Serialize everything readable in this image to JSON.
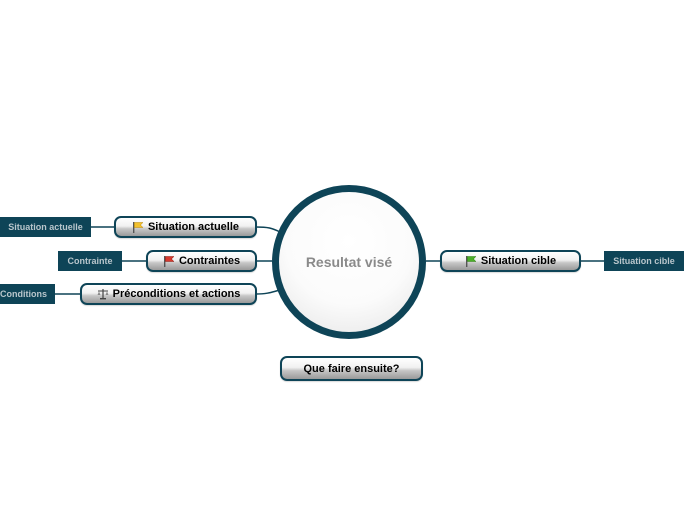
{
  "central": {
    "label": "Resultat visé"
  },
  "topics": {
    "situation_actuelle": {
      "label": "Situation actuelle",
      "icon": "yellow-flag-icon",
      "color": "#f2c12e"
    },
    "contraintes": {
      "label": "Contraintes",
      "icon": "red-flag-icon",
      "color": "#d63a2f"
    },
    "preconditions": {
      "label": "Préconditions et actions",
      "icon": "scales-icon"
    },
    "situation_cible": {
      "label": "Situation cible",
      "icon": "green-flag-icon",
      "color": "#4caf2a"
    },
    "next": {
      "label": "Que faire ensuite?"
    }
  },
  "leaves": {
    "situation_actuelle": "Situation actuelle",
    "contrainte": "Contrainte",
    "conditions": "Conditions",
    "situation_cible": "Situation cible"
  },
  "colors": {
    "theme": "#0e4457",
    "leaf_text": "#b9c6cc",
    "central_text": "#8a8a8a"
  }
}
